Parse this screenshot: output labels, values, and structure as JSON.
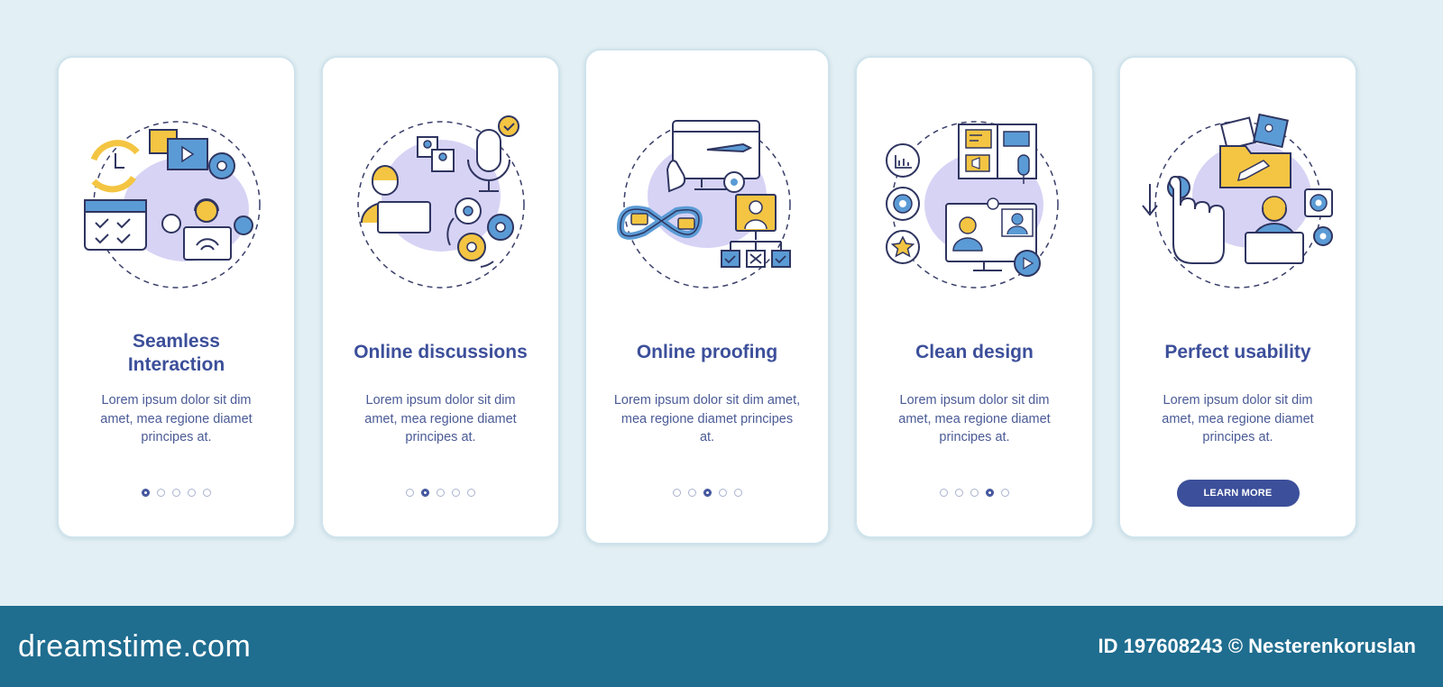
{
  "cards": [
    {
      "title_lines": [
        "Seamless",
        "Interaction"
      ],
      "description": "Lorem ipsum dolor sit dim amet, mea regione diamet principes at.",
      "active_dot": 1
    },
    {
      "title_lines": [
        "Online discussions"
      ],
      "description": "Lorem ipsum dolor sit dim amet, mea regione diamet principes at.",
      "active_dot": 2
    },
    {
      "title_lines": [
        "Online proofing"
      ],
      "description": "Lorem ipsum dolor sit dim amet, mea regione diamet principes at.",
      "active_dot": 3
    },
    {
      "title_lines": [
        "Clean design"
      ],
      "description": "Lorem ipsum dolor sit dim amet, mea regione diamet principes at.",
      "active_dot": 4
    },
    {
      "title_lines": [
        "Perfect usability"
      ],
      "description": "Lorem ipsum dolor sit dim amet, mea regione diamet principes at.",
      "button_label": "LEARN MORE"
    }
  ],
  "dots_total": 5,
  "watermark": {
    "logo_text": "dreamstime.com",
    "id_text": "ID 197608243 © Nesterenkoruslan"
  },
  "colors": {
    "accent": "#3c4f9a",
    "blob": "#d7d3f5",
    "icon_blue": "#5b9bd5",
    "icon_yellow": "#f4c542",
    "background": "#e2eff4",
    "footer": "#1f6d8f"
  }
}
